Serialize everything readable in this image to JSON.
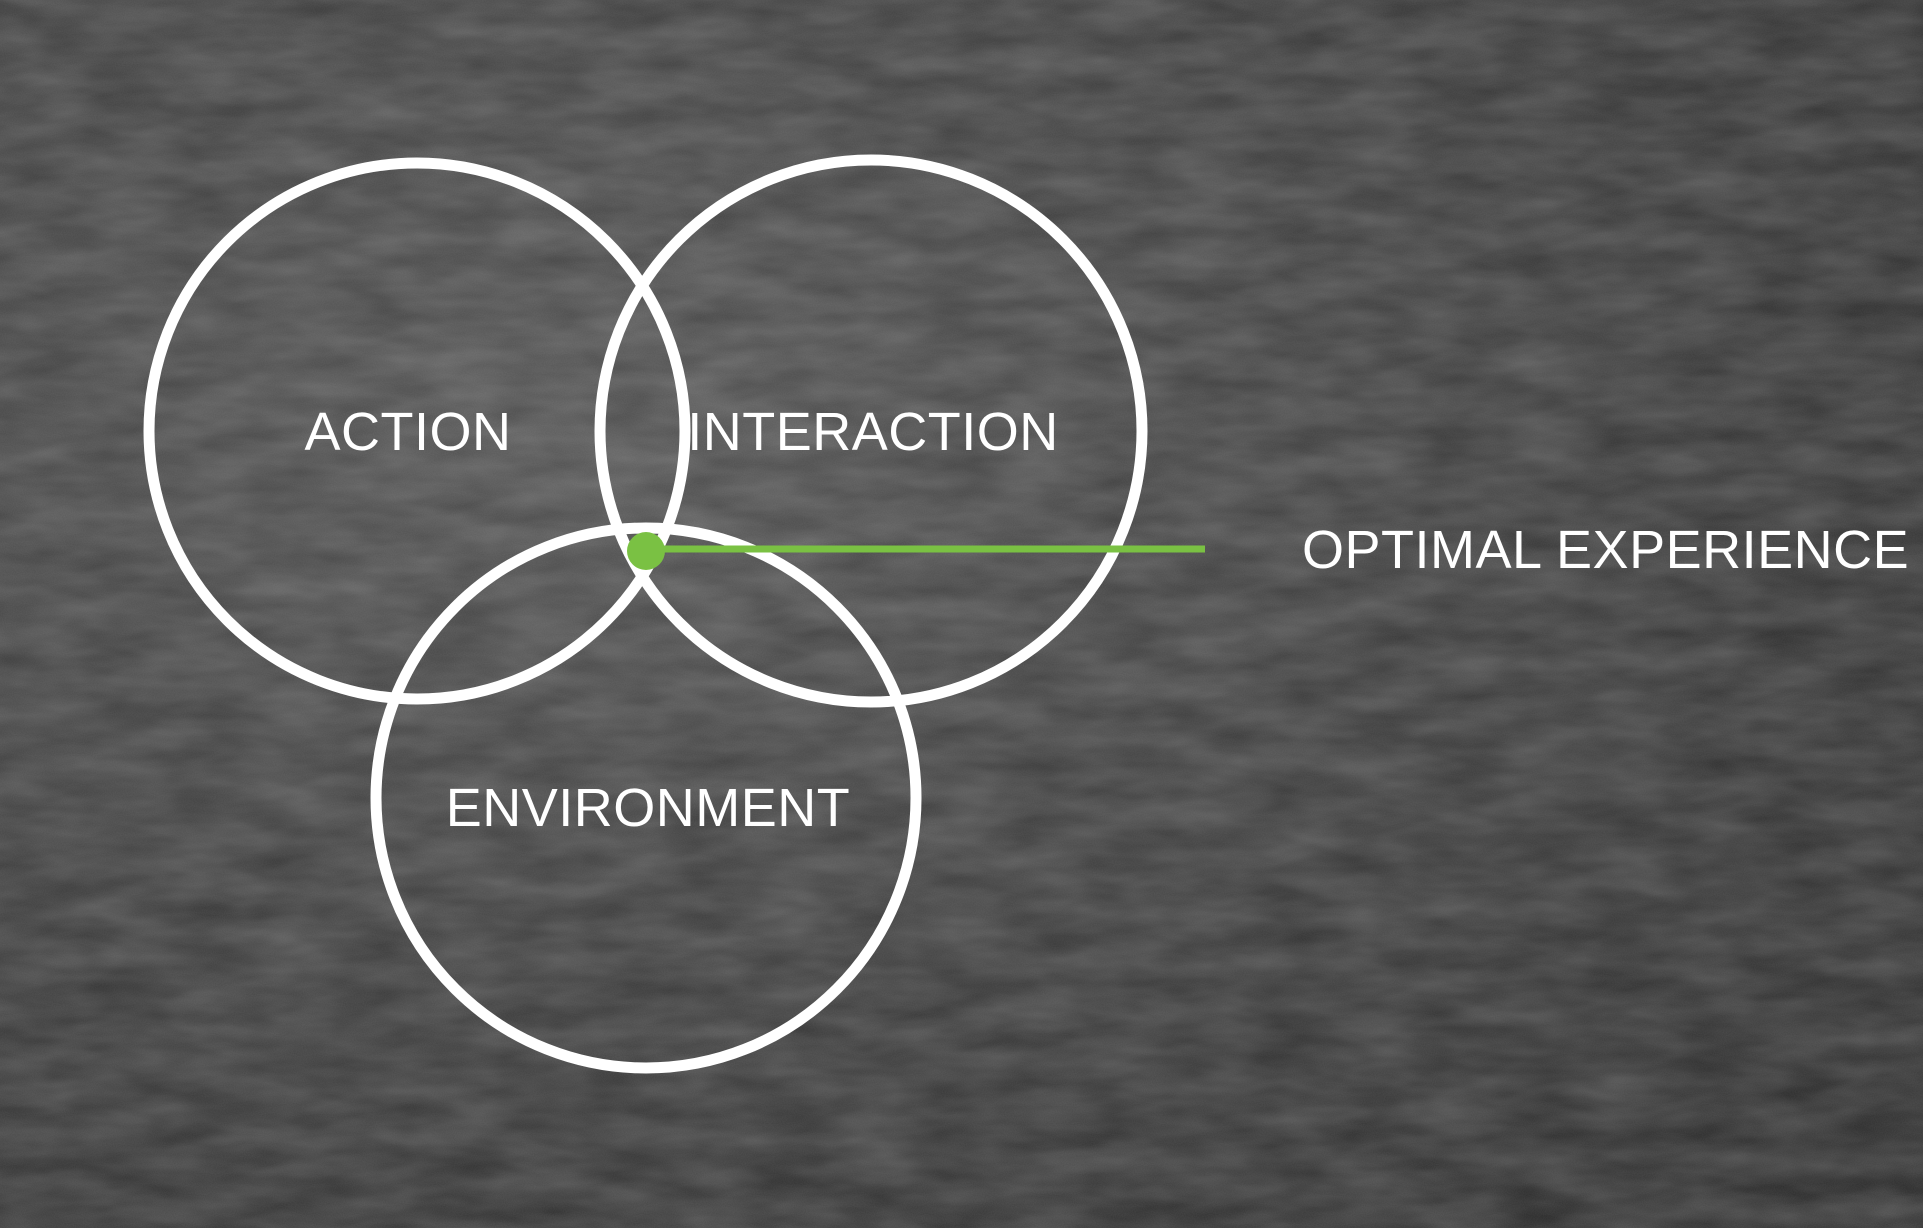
{
  "diagram": {
    "circles": [
      {
        "id": "action",
        "label": "ACTION"
      },
      {
        "id": "interaction",
        "label": "INTERACTION"
      },
      {
        "id": "environment",
        "label": "ENVIRONMENT"
      }
    ],
    "callout": {
      "label": "OPTIMAL EXPERIENCE"
    }
  },
  "colors": {
    "ring": "#ffffff",
    "accent": "#7ac143",
    "text": "#ffffff",
    "chalkboard": "#333333"
  }
}
